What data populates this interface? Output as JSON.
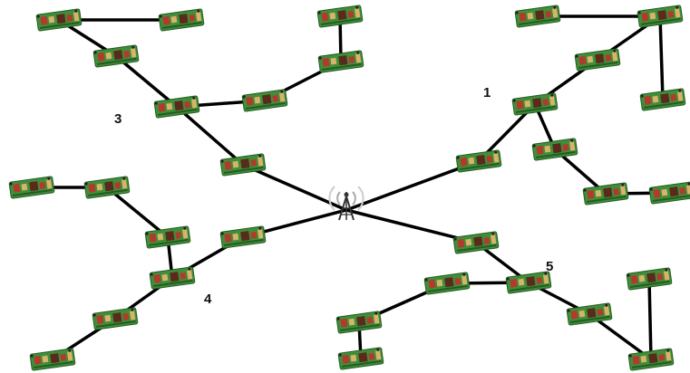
{
  "diagram": {
    "clusters": [
      {
        "label": "1"
      },
      {
        "label": "3"
      },
      {
        "label": "4"
      },
      {
        "label": "5"
      }
    ],
    "tower_icon": "radio-tower-icon",
    "node_icon": "sensor-board-icon",
    "colors": {
      "link": "#000000",
      "board_green": "#3f8f3a",
      "board_dark": "#245c22",
      "component_red": "#b23a2c",
      "component_tan": "#d8b36a",
      "tower": "#333333",
      "signal": "#aaaaaa"
    }
  }
}
